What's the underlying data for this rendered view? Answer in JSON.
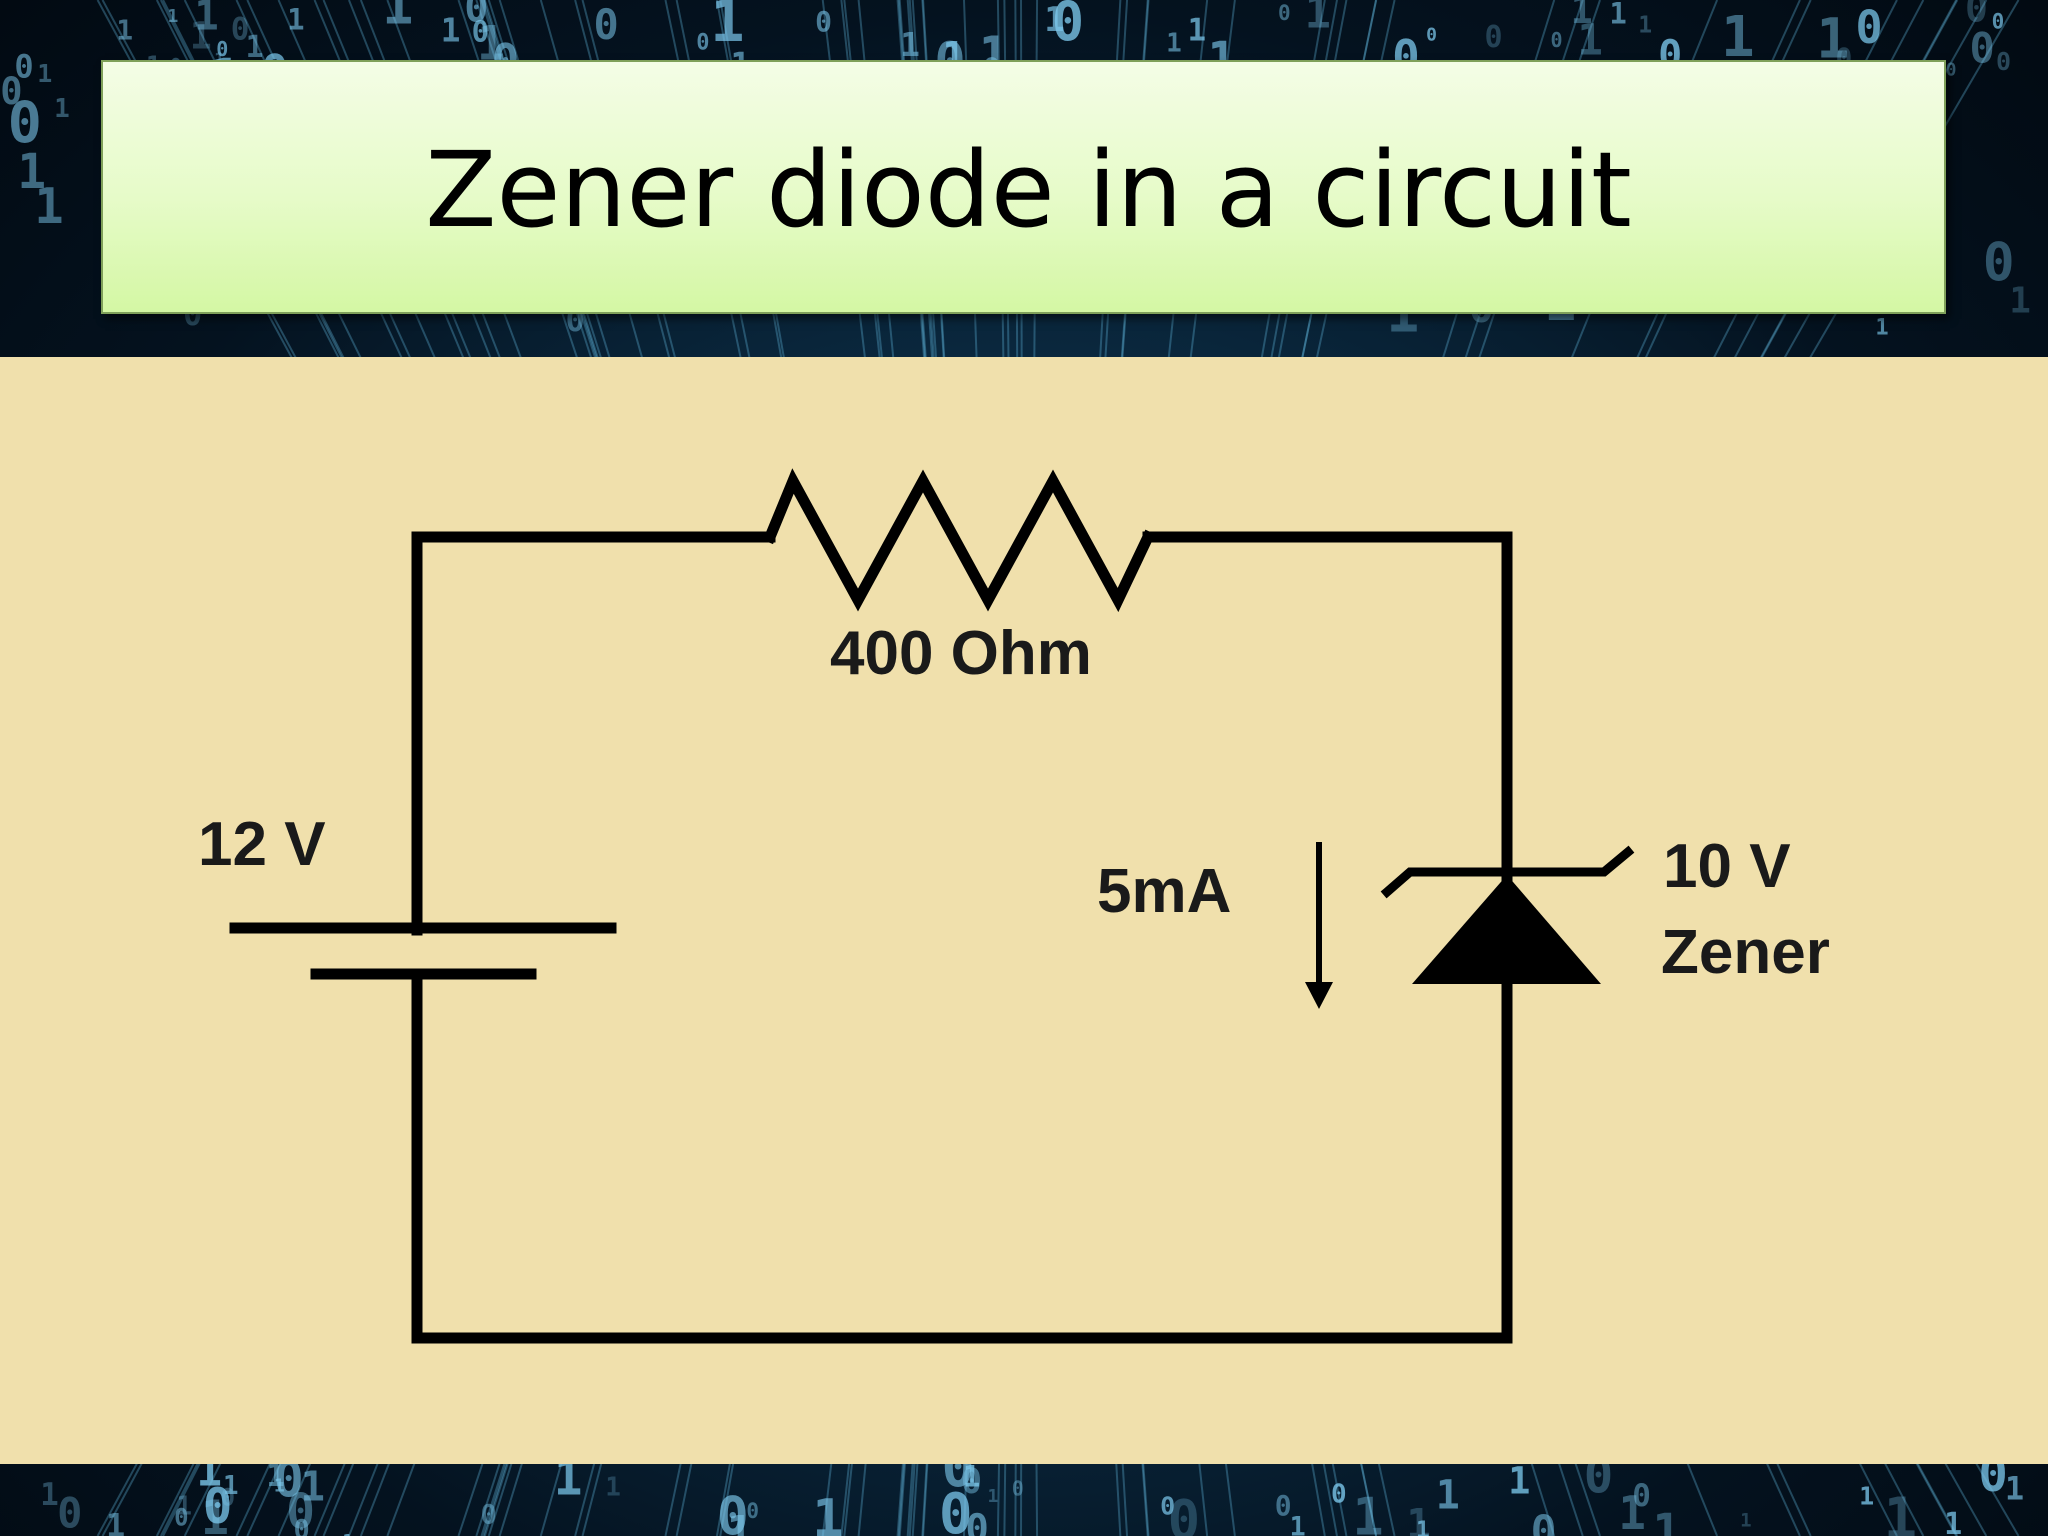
{
  "title": "Zener diode in a circuit",
  "circuit": {
    "source_label": "12 V",
    "resistor_label": "400 Ohm",
    "current_label": "5mA",
    "zener_label_line1": "10 V",
    "zener_label_line2": "Zener"
  },
  "colors": {
    "title_bg": "#e6fbc8",
    "panel_bg": "#f0e0ac",
    "wire": "#000000",
    "background": "#0b2c44"
  }
}
